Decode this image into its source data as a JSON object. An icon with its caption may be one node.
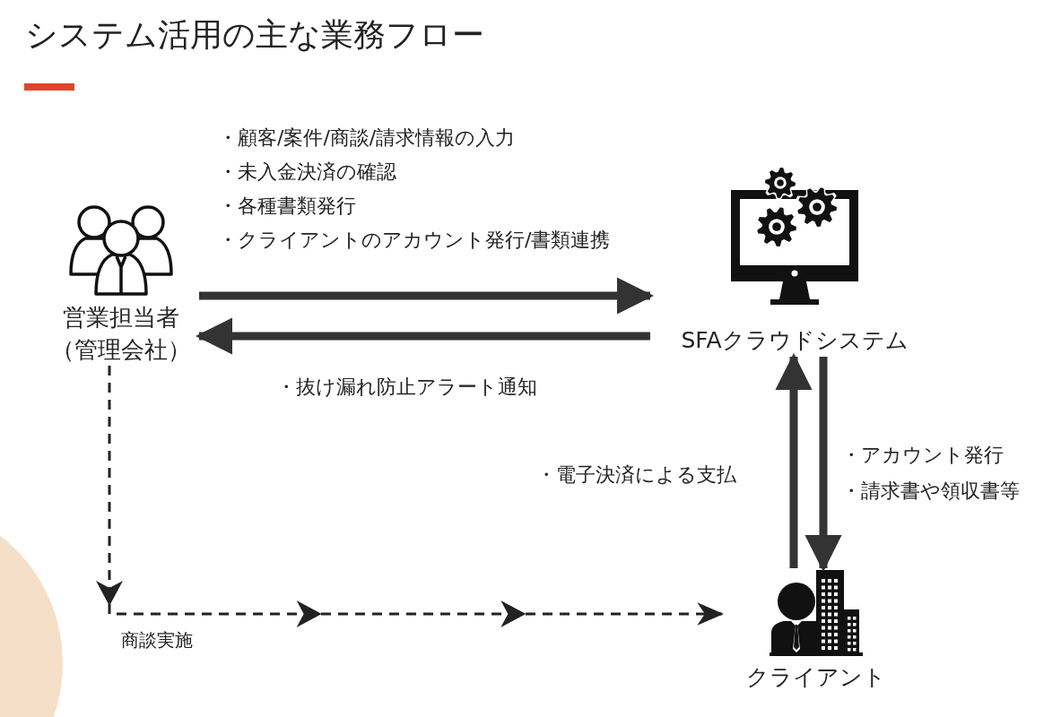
{
  "diagram": {
    "title": "システム活用の主な業務フロー",
    "nodes": [
      {
        "text": [
          "営業担当者",
          "（管理会社）"
        ]
      },
      {
        "text": [
          "SFAクラウドシステム"
        ]
      },
      {
        "text": [
          "クライアント"
        ]
      }
    ],
    "edges": [
      {
        "from": 0,
        "to": 1,
        "arrow": "to"
      },
      {
        "from": 1,
        "to": 0,
        "arrow": "to"
      },
      {
        "from": 2,
        "to": 1,
        "arrow": "to"
      },
      {
        "from": 1,
        "to": 2,
        "arrow": "to"
      },
      {
        "from": 0,
        "to": 2,
        "arrow": "to",
        "style": "dashed",
        "label": "商談実施"
      }
    ],
    "labels": [
      "・顧客/案件/商談/請求情報の入力",
      "・未入金決済の確認",
      "・各種書類発行",
      "・クライアントのアカウント発行/書類連携",
      "・抜け漏れ防止アラート通知",
      "・電子決済による支払",
      "・アカウント発行",
      "・請求書や領収書等"
    ]
  }
}
